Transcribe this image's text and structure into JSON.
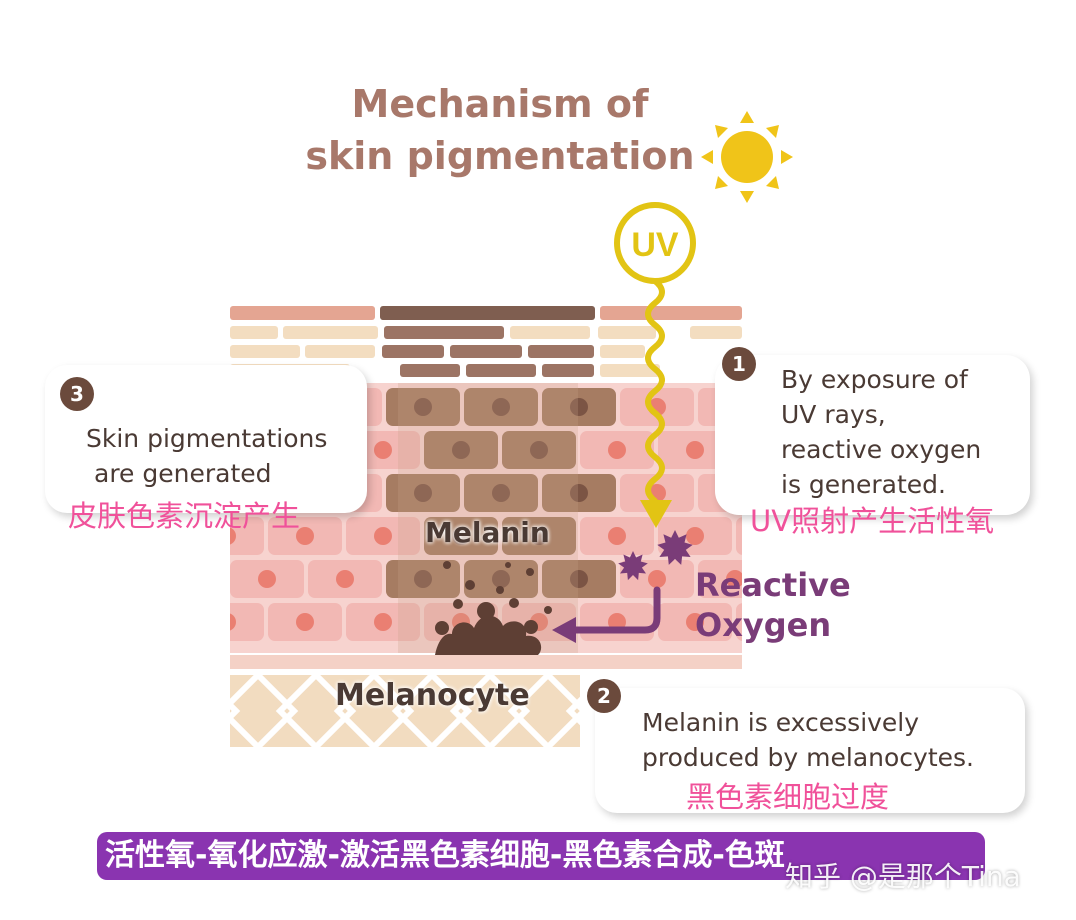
{
  "title": {
    "line1": "Mechanism of",
    "line2": "skin pigmentation"
  },
  "uv_label": "UV",
  "labels": {
    "melanin": "Melanin",
    "melanocyte": "Melanocyte",
    "reactive_line1": "Reactive",
    "reactive_line2": "Oxygen"
  },
  "callouts": [
    {
      "number": "1",
      "lines": [
        "By exposure of",
        "UV rays,",
        "reactive oxygen",
        "is generated."
      ],
      "chinese": "UV照射产生活性氧"
    },
    {
      "number": "2",
      "lines": [
        "Melanin is excessively",
        "produced by melanocytes."
      ],
      "chinese": "黑色素细胞过度"
    },
    {
      "number": "3",
      "lines": [
        "Skin pigmentations",
        "are generated"
      ],
      "chinese": "皮肤色素沉淀产生"
    }
  ],
  "banner_text": "活性氧-氧化应激-激活黑色素细胞-黑色素合成-色斑",
  "watermark": "知乎 @是那个Tina",
  "colors": {
    "title": "#a8786a",
    "sun": "#f0c419",
    "uv_arrow": "#e2c414",
    "reactive_oxygen": "#7a3c78",
    "melanin_cells": "#9a7058",
    "skin_cells": "#f2b8b4",
    "chinese_text": "#f0519a",
    "banner": "#8a34b0"
  }
}
